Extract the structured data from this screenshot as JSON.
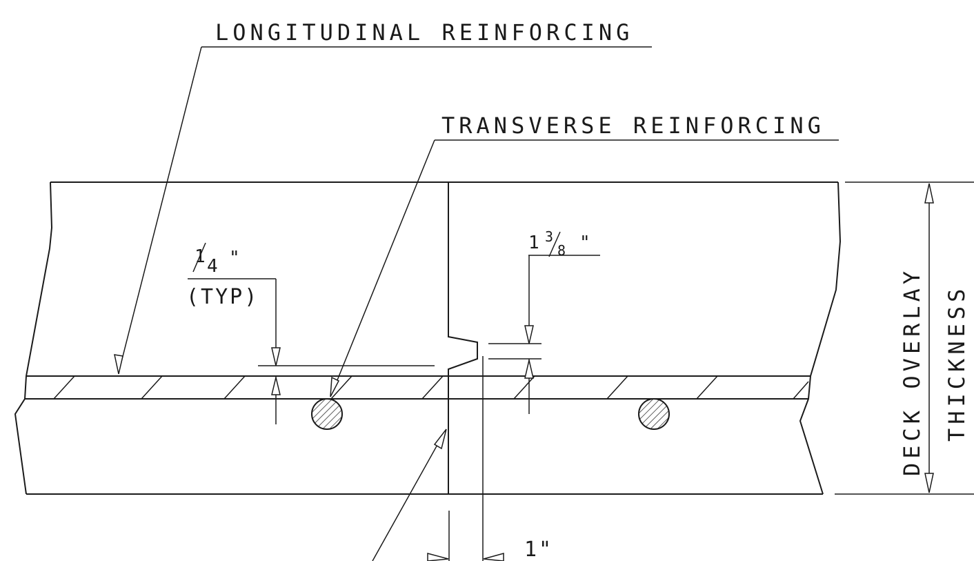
{
  "labels": {
    "longitudinal": "LONGITUDINAL REINFORCING",
    "transverse": "TRANSVERSE REINFORCING",
    "dim_quarter_num": "1",
    "dim_quarter_den": "4",
    "dim_quarter_unit": "\"",
    "dim_typ": "(TYP)",
    "dim_three_eighths_whole": "1",
    "dim_three_eighths_num": "3",
    "dim_three_eighths_den": "8",
    "dim_three_eighths_unit": "\"",
    "deck_overlay": "DECK OVERLAY",
    "thickness": "THICKNESS",
    "dim_one_inch": "1\""
  }
}
